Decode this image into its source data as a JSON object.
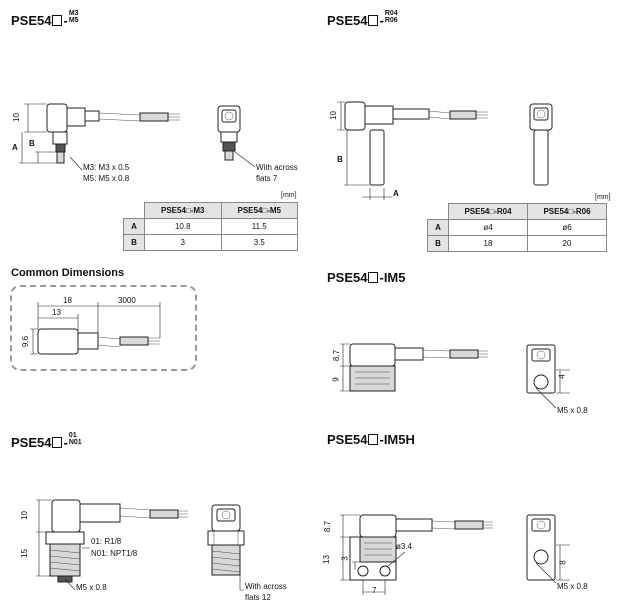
{
  "sections": {
    "m3m5": {
      "title": "PSE54",
      "suffix": "-",
      "variants": [
        "M3",
        "M5"
      ],
      "dim_labels": {
        "top": "10",
        "a": "A",
        "b": "B"
      },
      "notes": [
        "M3: M3 x 0.5",
        "M5: M5 x 0.8"
      ],
      "across": [
        "With across",
        "flats 7"
      ],
      "unit": "[mm]",
      "table": {
        "headers": [
          "PSE54□-M3",
          "PSE54□-M5"
        ],
        "rows": [
          {
            "label": "A",
            "values": [
              "10.8",
              "11.5"
            ]
          },
          {
            "label": "B",
            "values": [
              "3",
              "3.5"
            ]
          }
        ]
      }
    },
    "r04r06": {
      "title": "PSE54",
      "suffix": "-",
      "variants": [
        "R04",
        "R06"
      ],
      "dim_labels": {
        "top": "10",
        "a": "A",
        "b": "B"
      },
      "unit": "[mm]",
      "table": {
        "headers": [
          "PSE54□-R04",
          "PSE54□-R06"
        ],
        "rows": [
          {
            "label": "A",
            "values": [
              "ø4",
              "ø6"
            ]
          },
          {
            "label": "B",
            "values": [
              "18",
              "20"
            ]
          }
        ]
      }
    },
    "common": {
      "title": "Common Dimensions",
      "dims": {
        "d18": "18",
        "d3000": "3000",
        "d13": "13",
        "d96": "9.6"
      }
    },
    "im5": {
      "title": "PSE54",
      "suffix": "-IM5",
      "dims": {
        "d87": "8.7",
        "d9": "9",
        "d4": "4"
      },
      "note": "M5 x 0.8"
    },
    "n01": {
      "title": "PSE54",
      "suffix": "-",
      "variants": [
        "01",
        "N01"
      ],
      "dims": {
        "d10": "10",
        "d15": "15"
      },
      "notes": [
        "01: R1/8",
        "N01: NPT1/8"
      ],
      "thread": "M5 x 0.8",
      "across": [
        "With across",
        "flats 12"
      ]
    },
    "im5h": {
      "title": "PSE54",
      "suffix": "-IM5H",
      "dims": {
        "d87": "8.7",
        "d13": "13",
        "d3": "3",
        "d7": "7",
        "d8": "8"
      },
      "hole": "ø3.4",
      "note": "M5 x 0.8"
    }
  }
}
